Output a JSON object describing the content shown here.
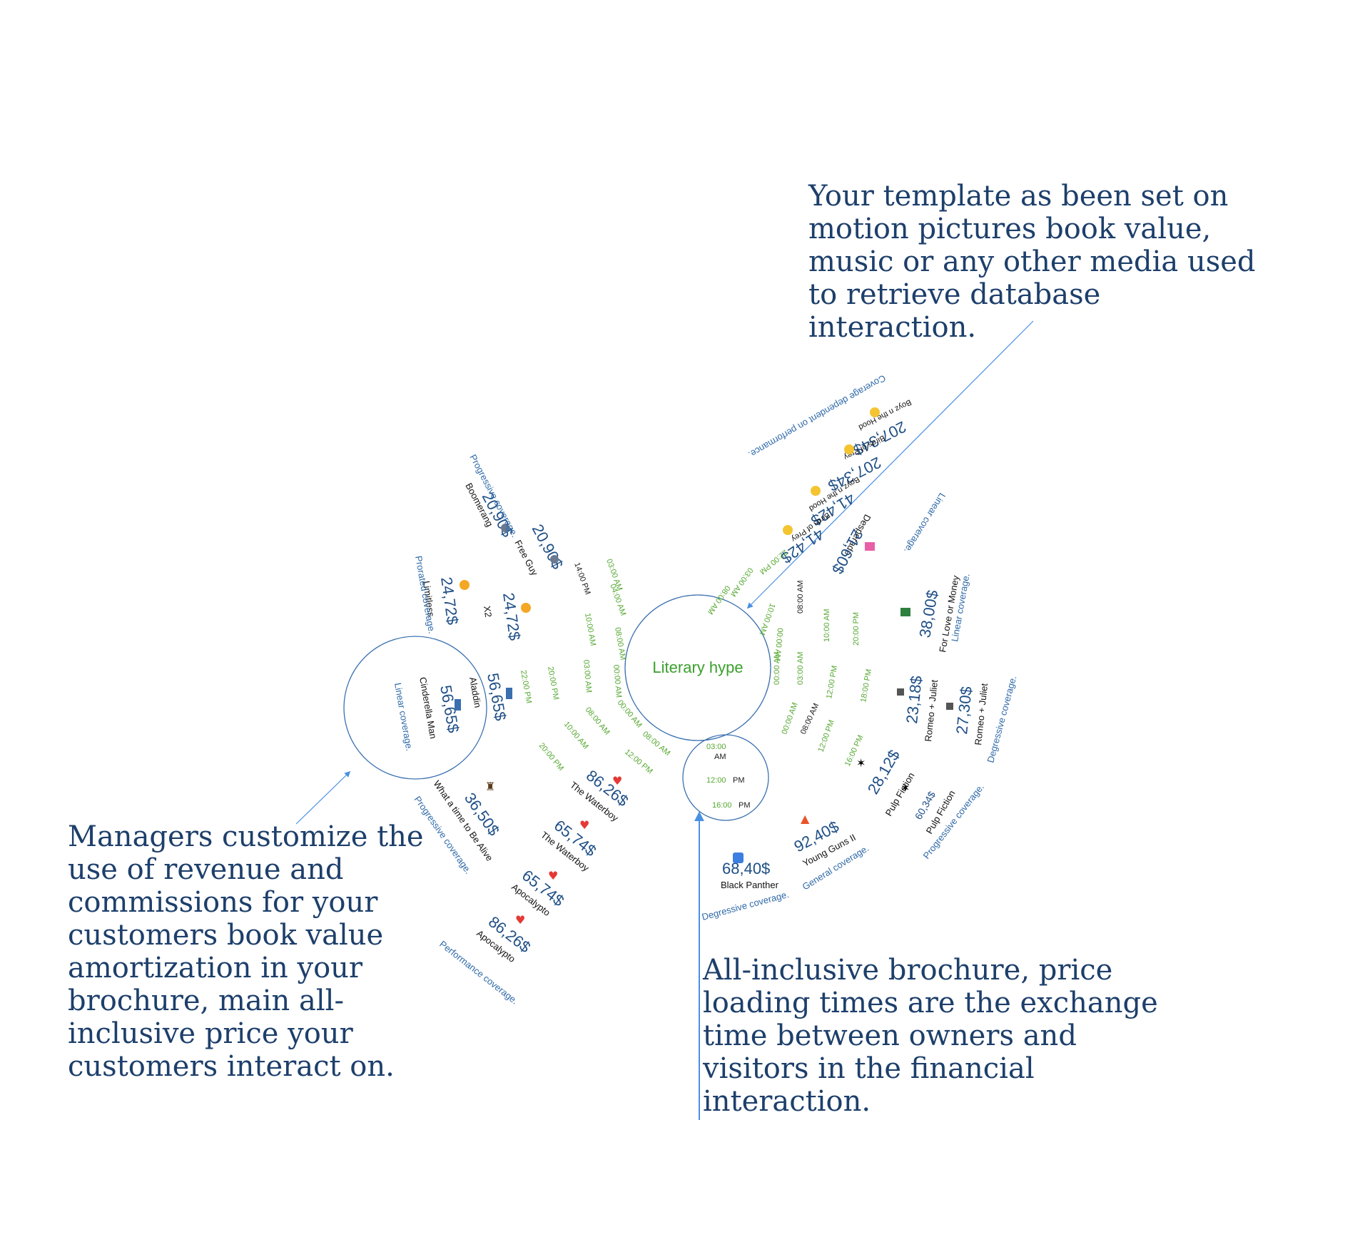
{
  "captions": {
    "top": "Your template as been set on motion pictures book value, music or any other media used to retrieve database interaction.",
    "left": "Managers customize the use of revenue and commissions for your customers book value amortization in your brochure, main all-inclusive price your customers interact on.",
    "bottom": "All-inclusive brochure, price loading times are the exchange time between owners and visitors in the financial interaction."
  },
  "hub": {
    "label": "Literary hype"
  },
  "times": {
    "t0300am": "03:00 AM",
    "t0400am": "04:00 AM",
    "t0800am": "08:00 AM",
    "t1000am": "10:00 AM",
    "t0000am": "00:00 AM",
    "t1200pm": "12:00 PM",
    "t1400pm": "14:00 PM",
    "t1600pm": "16:00 PM",
    "t1800pm": "18:00 PM",
    "t2000pm": "20:00 PM",
    "t2200pm": "22:00 PM"
  },
  "inner_time_clock": {
    "a": "03:00",
    "b": "AM",
    "c": "12:00",
    "d": "PM",
    "e": "16:00",
    "f": "PM"
  },
  "items": {
    "boyz1": {
      "price": "207,34$",
      "title": "Boyz n the Hood",
      "icon": "yellow-circle-icon"
    },
    "birds1": {
      "price": "207,34$",
      "title": "Birds of Prey",
      "icon": "yellow-circle-icon"
    },
    "boyz2": {
      "price": "41,42$",
      "title": "Boyz n the Hood",
      "icon": "yellow-circle-icon"
    },
    "birds2": {
      "price": "41,42$",
      "title": "Birds of Prey",
      "icon": "yellow-circle-icon"
    },
    "desperado": {
      "price": "21,60$",
      "title": "Desperado",
      "icon": "gift-icon"
    },
    "money": {
      "price": "38,00$",
      "title": "For Love or Money",
      "icon": "money-icon"
    },
    "romeo1": {
      "price": "23,18$",
      "title": "Romeo + Juliet",
      "icon": "checkered-flag-icon"
    },
    "romeo2": {
      "price": "27,30$",
      "title": "Romeo + Juliet",
      "icon": "checkered-flag-icon"
    },
    "pulp1": {
      "price": "28,12$",
      "title": "Pulp Fiction",
      "icon": "dancer-icon"
    },
    "pulp2": {
      "price": "60,34$",
      "title": "Pulp Fiction",
      "icon": "dancer-icon"
    },
    "young": {
      "price": "92,40$",
      "title": "Young Guns II",
      "icon": "fire-icon"
    },
    "panther": {
      "price": "68,40$",
      "title": "Black Panther",
      "icon": "app-icon"
    },
    "waterboy1": {
      "price": "86,26$",
      "title": "The Waterboy",
      "icon": "heart-icon"
    },
    "waterboy2": {
      "price": "65,74$",
      "title": "The Waterboy",
      "icon": "heart-icon"
    },
    "apocalypto1": {
      "price": "65,74$",
      "title": "Apocalypto",
      "icon": "heart-icon"
    },
    "apocalypto2": {
      "price": "86,26$",
      "title": "Apocalypto",
      "icon": "heart-icon"
    },
    "whattime": {
      "price": "36,50$",
      "title": "What a time to Be Alive",
      "icon": "hat-icon"
    },
    "cinderella": {
      "price": "56,65$",
      "title": "Cinderella Man",
      "icon": "spool-icon"
    },
    "aladdin": {
      "price": "56,65$",
      "title": "Aladdin",
      "icon": "spool-icon"
    },
    "limitless": {
      "price": "24,72$",
      "title": "Limitless",
      "icon": "smiley-icon"
    },
    "x2": {
      "price": "24,72$",
      "title": "X2",
      "icon": "smiley-icon"
    },
    "freeguy": {
      "price": "20,90$",
      "title": "Free Guy",
      "icon": "mushroom-icon"
    },
    "boomerang": {
      "price": "20,90$",
      "title": "Boomerang",
      "icon": "mushroom-icon"
    }
  },
  "coverage": {
    "dependent": "Coverage dependent on performance.",
    "linear": "Linear coverage.",
    "degressive": "Degressive coverage.",
    "progressive": "Progressive coverage.",
    "general": "General coverage.",
    "performance": "Performance coverage.",
    "prorated": "Prorated coverage."
  }
}
